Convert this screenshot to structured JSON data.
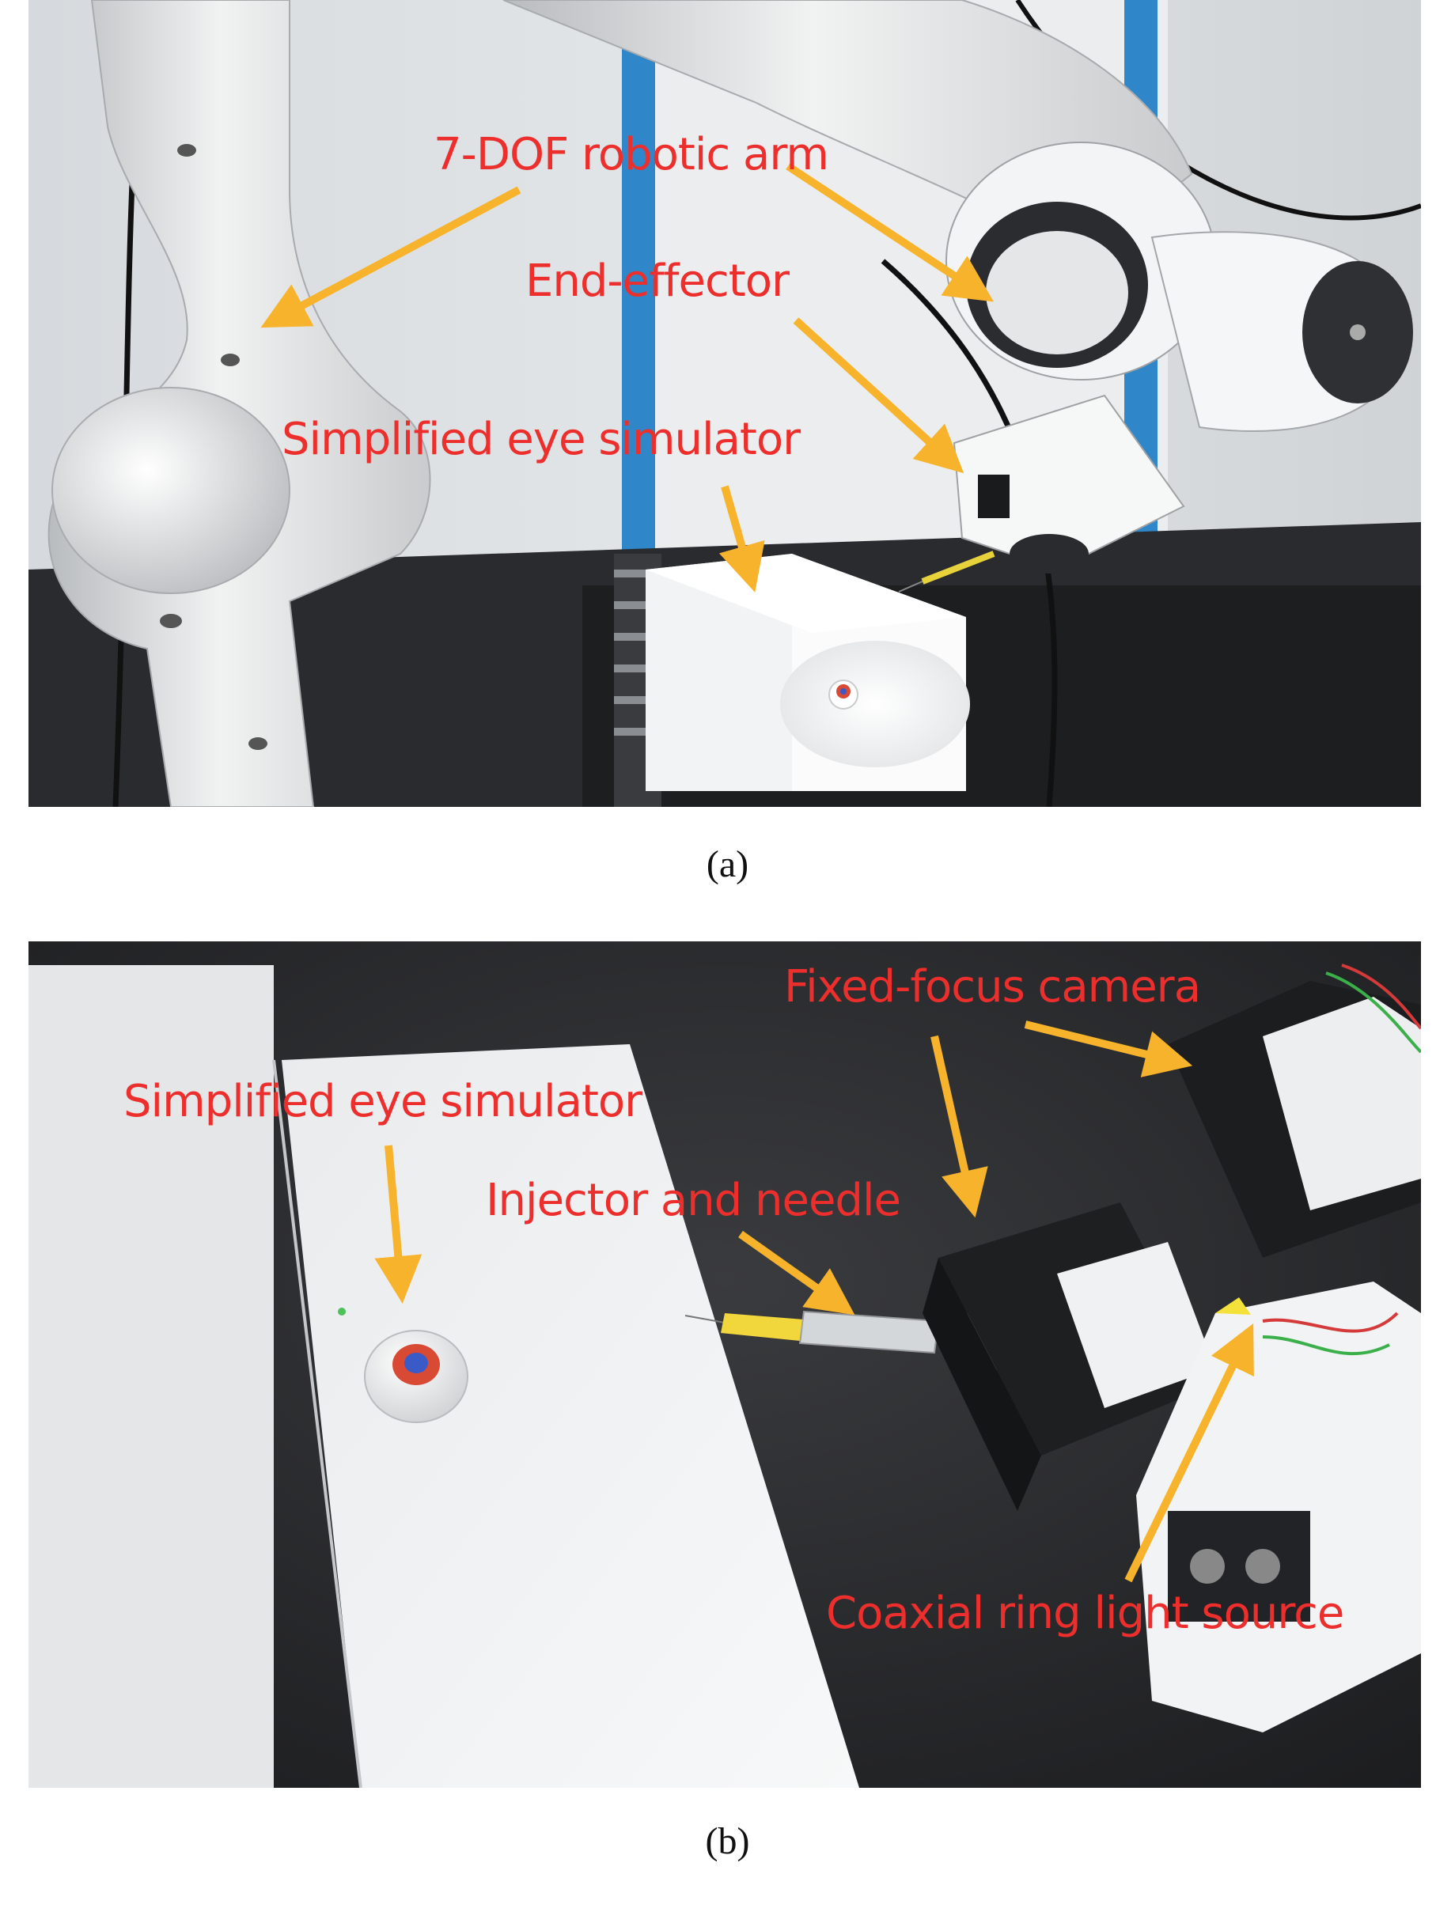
{
  "panel_a": {
    "labels": {
      "robotic_arm": "7-DOF robotic arm",
      "end_effector": "End-effector",
      "eye_simulator": "Simplified eye simulator"
    },
    "caption": "(a)"
  },
  "panel_b": {
    "labels": {
      "fixed_focus_camera": "Fixed-focus camera",
      "eye_simulator": "Simplified eye simulator",
      "injector": "Injector and needle",
      "ring_light": "Coaxial ring light source"
    },
    "caption": "(b)"
  },
  "colors": {
    "label": "#ec2f2c",
    "arrow": "#f7b32b"
  }
}
